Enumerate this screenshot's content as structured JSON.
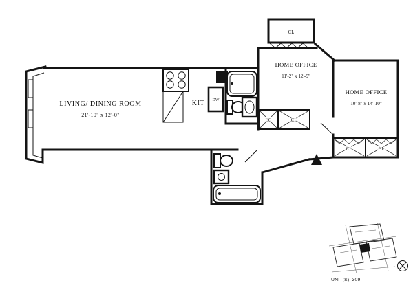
{
  "page": {
    "background": "#ffffff",
    "wall_color": "#141414"
  },
  "floorplan": {
    "living_dining": {
      "label": "LIVING/ DINING ROOM",
      "dims": "21'-10\" x 12'-0\""
    },
    "kitchen_label": "KIT",
    "dishwasher_label": "DW",
    "home_office_top": {
      "label": "HOME OFFICE",
      "dims": "11'-2\" x 12'-9\""
    },
    "home_office_right": {
      "label": "HOME OFFICE",
      "dims": "10'-8\" x 14'-10\""
    },
    "closet_label": "CL",
    "linen_closet_label": "LC",
    "unit_label": "UNIT(S): 309"
  }
}
